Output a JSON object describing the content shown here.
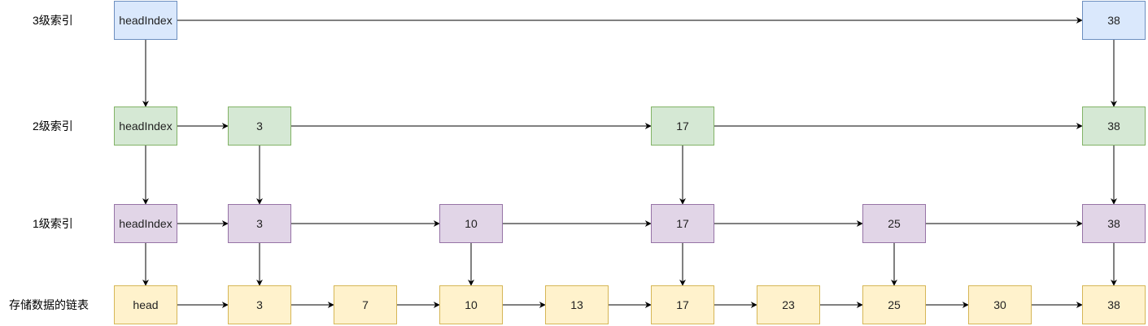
{
  "labels": {
    "level3": "3级索引",
    "level2": "2级索引",
    "level1": "1级索引",
    "data": "存储数据的链表"
  },
  "levels": {
    "level3": [
      "headIndex",
      "38"
    ],
    "level2": [
      "headIndex",
      "3",
      "17",
      "38"
    ],
    "level1": [
      "headIndex",
      "3",
      "10",
      "17",
      "25",
      "38"
    ],
    "data": [
      "head",
      "3",
      "7",
      "10",
      "13",
      "17",
      "23",
      "25",
      "30",
      "38"
    ]
  },
  "colors": {
    "level3_fill": "#dae8fc",
    "level3_stroke": "#6c8ebf",
    "level2_fill": "#d5e8d4",
    "level2_stroke": "#82b366",
    "level1_fill": "#e1d5e7",
    "level1_stroke": "#9673a6",
    "data_fill": "#fff2cc",
    "data_stroke": "#d6b656",
    "edge": "#000000"
  }
}
